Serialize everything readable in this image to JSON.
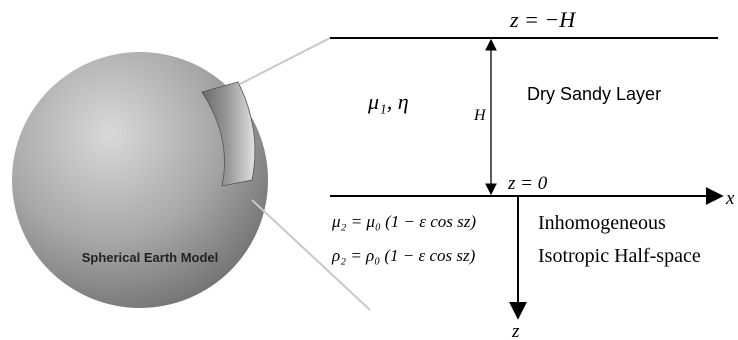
{
  "sphere": {
    "caption": "Spherical Earth Model",
    "fill_color": "#9c9c9c",
    "highlight_color": "#d6d6d6"
  },
  "boundaries": {
    "top_label": "z = −H",
    "bottom_label": "z = 0"
  },
  "layer": {
    "name": "Dry Sandy Layer",
    "params": "μ₁, η",
    "thickness_label": "H"
  },
  "half_space": {
    "mu_line": "μ₂ = μ₀ (1 − ε cos sz)",
    "rho_line": "ρ₂ = ρ₀ (1 − ε cos sz)",
    "name_line1": "Inhomogeneous",
    "name_line2": "Isotropic Half-space"
  },
  "axes": {
    "x_label": "x",
    "z_label": "z"
  }
}
